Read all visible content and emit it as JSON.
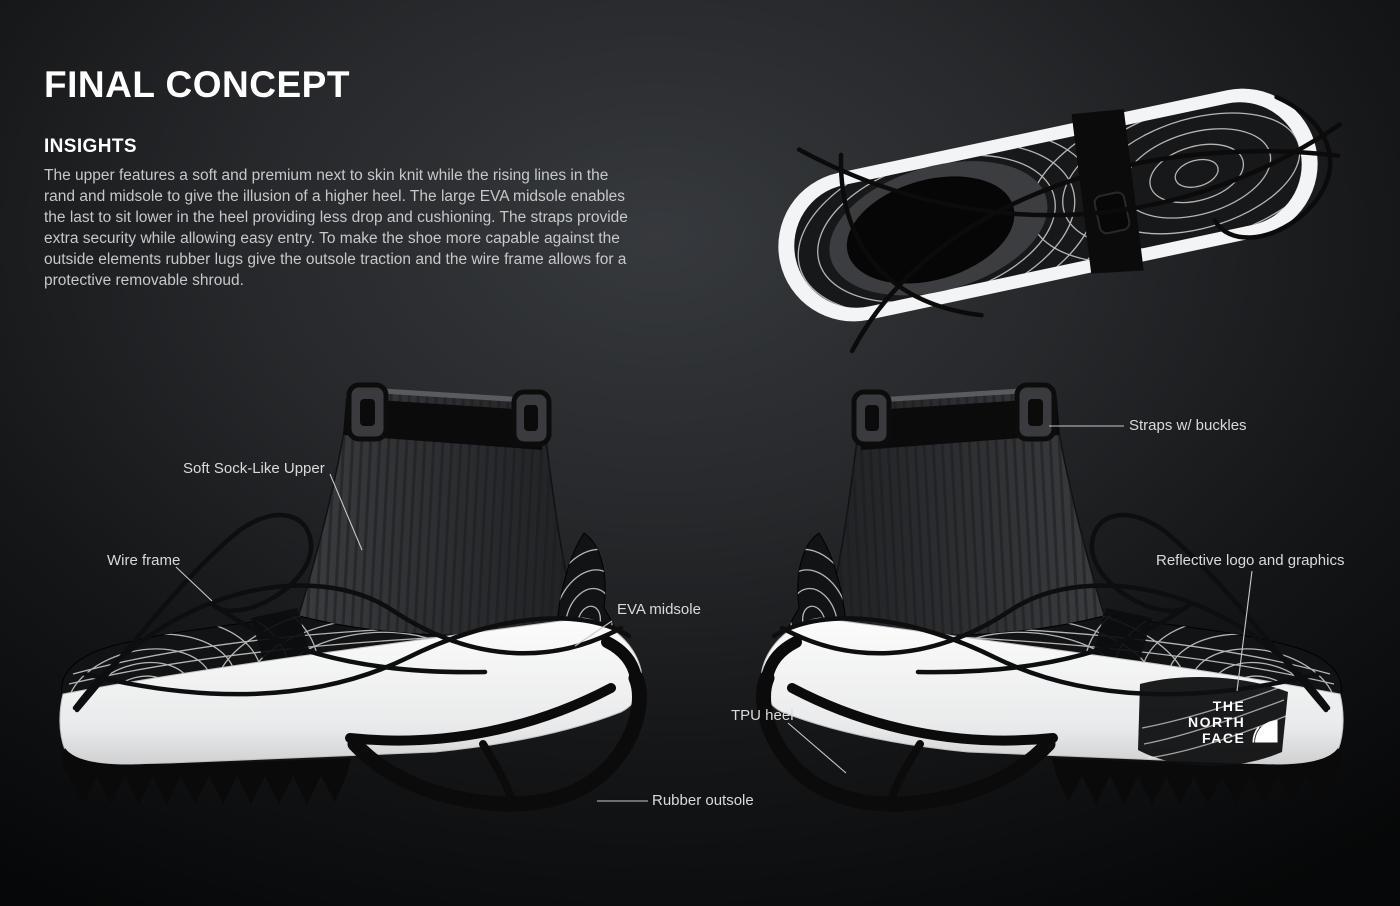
{
  "page": {
    "title": "FINAL CONCEPT",
    "section_heading": "INSIGHTS",
    "section_body": "The upper features a soft and premium next to skin knit while the rising lines in the rand and midsole to give the illusion of a higher heel. The large EVA midsole enables the last to sit lower in the heel providing less drop and cushioning. The straps provide extra security while allowing easy entry. To make the shoe more capable against the outside elements rubber lugs give the outsole traction and the wire frame allows for a protective removable shroud."
  },
  "annotations": {
    "soft_sock_upper": "Soft Sock-Like Upper",
    "wire_frame": "Wire frame",
    "eva_midsole": "EVA midsole",
    "rubber_outsole": "Rubber outsole",
    "straps_buckles": "Straps w/ buckles",
    "reflective_logo": "Reflective logo and graphics",
    "tpu_heel": "TPU heel"
  },
  "brand_logo": {
    "line1": "THE",
    "line2": "NORTH",
    "line3": "FACE"
  },
  "colors": {
    "background_center": "#36393d",
    "background_edge": "#060708",
    "midsole_white": "#f3f4f5",
    "upper_dark": "#121314",
    "text_primary": "#ffffff",
    "text_secondary": "#c7c8c9",
    "leader_line": "#c8c8c8"
  }
}
